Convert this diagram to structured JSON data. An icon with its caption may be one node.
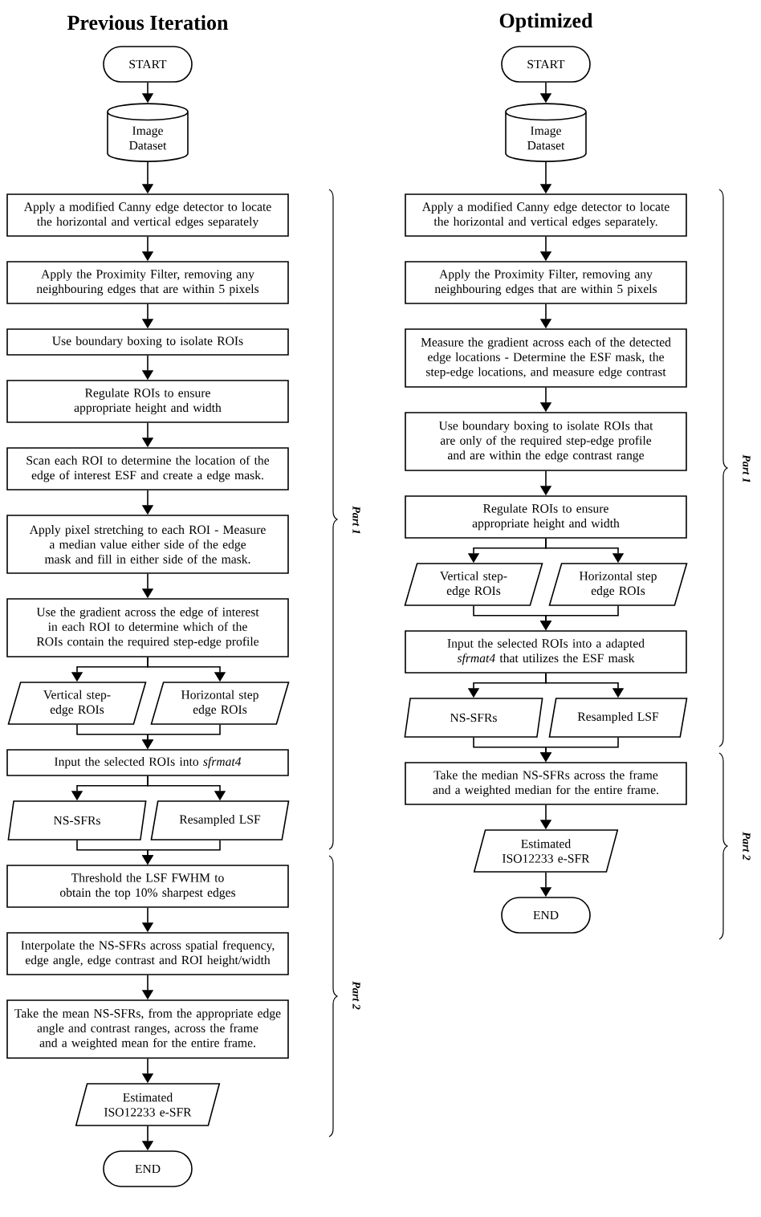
{
  "diagram": {
    "nodes": [
      {
        "text": [
          "START"
        ]
      },
      {
        "text": [
          "Image Dataset"
        ]
      },
      {
        "text": [
          "Apply a modified Canny edge detector to locate the horizontal and vertical edges separately"
        ]
      },
      {
        "text": [
          "Apply the Proximity Filter, removing any neighbouring edges that are within 5 pixels"
        ]
      },
      {
        "text": [
          "Use boundary boxing to isolate ROIs"
        ]
      },
      {
        "text": [
          "Regulate ROIs to ensure appropriate height and width"
        ]
      },
      {
        "text": [
          "Scan each ROI to determine the location of the edge of interest ESF and create a edge mask."
        ]
      },
      {
        "text": [
          "Apply pixel stretching to each ROI - Measure a median value either side of the edge mask and fill in either side of the mask."
        ]
      },
      {
        "text": [
          "Use the gradient across the edge of interest in each ROI to determine which of the ROIs contain the required step-edge profile"
        ]
      },
      {
        "text": [
          "Vertical step-edge ROIs"
        ]
      },
      {
        "text": [
          "Horizontal step edge ROIs"
        ]
      },
      {
        "text": [
          "Input the selected ROIs into *sfrmat4*"
        ]
      },
      {
        "text": [
          "NS-SFRs"
        ]
      },
      {
        "text": [
          "Resampled LSF"
        ]
      },
      {
        "text": [
          "Threshold the LSF FWHM to obtain the top 10% sharpest edges"
        ]
      },
      {
        "text": [
          "Interpolate the NS-SFRs across spatial frequency, edge angle, edge contrast and ROI height/width"
        ]
      },
      {
        "text": [
          "Take the mean NS-SFRs, from the appropriate edge angle and contrast ranges, across the frame and a weighted mean for the entire frame."
        ]
      },
      {
        "text": [
          "Estimated ISO12233 e-SFR"
        ]
      },
      {
        "text": [
          "END"
        ]
      },
      {
        "text": [
          "START"
        ]
      },
      {
        "text": [
          "Image Dataset"
        ]
      },
      {
        "text": [
          "Apply a modified Canny edge detector to locate the horizontal and vertical edges separately."
        ]
      },
      {
        "text": [
          "Apply the Proximity Filter, removing any neighbouring edges that are within 5 pixels"
        ]
      },
      {
        "text": [
          "Measure the gradient across each of the detected edge locations - Determine the ESF mask, the step-edge locations, and measure edge contrast"
        ]
      },
      {
        "text": [
          "Use boundary boxing to isolate ROIs that are only of the required step-edge profile and are within the edge contrast range"
        ]
      },
      {
        "text": [
          "Regulate ROIs to ensure appropriate height and width"
        ]
      },
      {
        "text": [
          "Vertical step-edge ROIs"
        ]
      },
      {
        "text": [
          "Horizontal step edge ROIs"
        ]
      },
      {
        "text": [
          "Input the selected ROIs into a adapted *sfrmat4* that utilizes the ESF mask"
        ]
      },
      {
        "text": [
          "NS-SFRs"
        ]
      },
      {
        "text": [
          "Resampled LSF"
        ]
      },
      {
        "text": [
          "Take the median NS-SFRs across the frame and a weighted median for the entire frame."
        ]
      },
      {
        "text": [
          "Estimated ISO12233 e-SFR"
        ]
      },
      {
        "text": [
          "END"
        ]
      }
    ],
    "edges": [
      {
        "from": 0,
        "to": 1,
        "arrow": "to"
      },
      {
        "from": 1,
        "to": 2,
        "arrow": "to"
      },
      {
        "from": 2,
        "to": 3,
        "arrow": "to"
      },
      {
        "from": 3,
        "to": 4,
        "arrow": "to"
      },
      {
        "from": 4,
        "to": 5,
        "arrow": "to"
      },
      {
        "from": 5,
        "to": 6,
        "arrow": "to"
      },
      {
        "from": 6,
        "to": 7,
        "arrow": "to"
      },
      {
        "from": 7,
        "to": 8,
        "arrow": "to"
      },
      {
        "from": 8,
        "to": 9,
        "arrow": "to"
      },
      {
        "from": 8,
        "to": 10,
        "arrow": "to"
      },
      {
        "from": 9,
        "to": 11,
        "arrow": "to"
      },
      {
        "from": 10,
        "to": 11,
        "arrow": "to"
      },
      {
        "from": 11,
        "to": 12,
        "arrow": "to"
      },
      {
        "from": 11,
        "to": 13,
        "arrow": "to"
      },
      {
        "from": 12,
        "to": 14,
        "arrow": "to"
      },
      {
        "from": 13,
        "to": 14,
        "arrow": "to"
      },
      {
        "from": 14,
        "to": 15,
        "arrow": "to"
      },
      {
        "from": 15,
        "to": 16,
        "arrow": "to"
      },
      {
        "from": 16,
        "to": 17,
        "arrow": "to"
      },
      {
        "from": 17,
        "to": 18,
        "arrow": "to"
      },
      {
        "from": 19,
        "to": 20,
        "arrow": "to"
      },
      {
        "from": 20,
        "to": 21,
        "arrow": "to"
      },
      {
        "from": 21,
        "to": 22,
        "arrow": "to"
      },
      {
        "from": 22,
        "to": 23,
        "arrow": "to"
      },
      {
        "from": 23,
        "to": 24,
        "arrow": "to"
      },
      {
        "from": 24,
        "to": 25,
        "arrow": "to"
      },
      {
        "from": 25,
        "to": 26,
        "arrow": "to"
      },
      {
        "from": 25,
        "to": 27,
        "arrow": "to"
      },
      {
        "from": 26,
        "to": 28,
        "arrow": "to"
      },
      {
        "from": 27,
        "to": 28,
        "arrow": "to"
      },
      {
        "from": 28,
        "to": 29,
        "arrow": "to"
      },
      {
        "from": 28,
        "to": 30,
        "arrow": "to"
      },
      {
        "from": 29,
        "to": 31,
        "arrow": "to"
      },
      {
        "from": 30,
        "to": 31,
        "arrow": "to"
      },
      {
        "from": 31,
        "to": 32,
        "arrow": "to"
      },
      {
        "from": 32,
        "to": 33,
        "arrow": "to"
      }
    ],
    "labels": [
      "Previous Iteration",
      "Optimized",
      "Part 1",
      "Part 2",
      "Part 1",
      "Part 2"
    ]
  }
}
